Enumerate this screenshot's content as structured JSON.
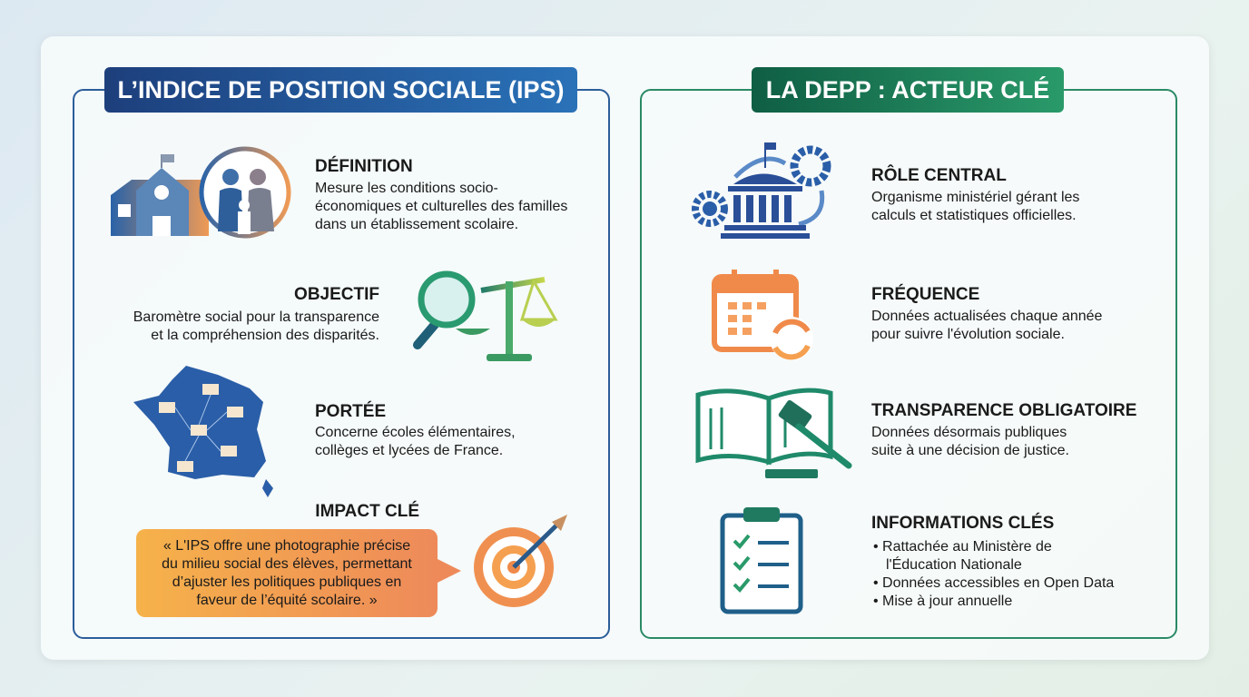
{
  "left": {
    "title": "L’INDICE DE POSITION SOCIALE (IPS)",
    "definition": {
      "heading": "DÉFINITION",
      "lines": [
        "Mesure les conditions socio-",
        "économiques et culturelles des familles",
        "dans un établissement scolaire."
      ]
    },
    "objectif": {
      "heading": "OBJECTIF",
      "lines": [
        "Baromètre social pour la transparence",
        "et la compréhension des disparités."
      ]
    },
    "portee": {
      "heading": "PORTÉE",
      "lines": [
        "Concerne écoles élémentaires,",
        "collèges et lycées de France."
      ]
    },
    "impact": {
      "heading": "IMPACT CLÉ",
      "lines": [
        "« L'IPS offre une photographie précise",
        "du milieu social des élèves, permettant",
        "d’ajuster les politiques publiques en",
        "faveur de l’équité scolaire. »"
      ]
    }
  },
  "right": {
    "title": "LA DEPP : ACTEUR CLÉ",
    "role": {
      "heading": "RÔLE CENTRAL",
      "lines": [
        "Organisme ministériel gérant les",
        "calculs et statistiques officielles."
      ]
    },
    "frequence": {
      "heading": "FRÉQUENCE",
      "lines": [
        "Données actualisées chaque année",
        "pour suivre l'évolution sociale."
      ]
    },
    "transparence": {
      "heading": "TRANSPARENCE OBLIGATOIRE",
      "lines": [
        "Données désormais publiques",
        "suite à une décision de justice."
      ]
    },
    "infos": {
      "heading": "INFORMATIONS CLÉS",
      "items": [
        "Rattachée au Ministère de",
        "l'Éducation Nationale",
        "Données accessibles en Open Data",
        "Mise à jour annuelle"
      ]
    }
  },
  "colors": {
    "blue": "#2b5d9a",
    "green": "#2a8a66",
    "orange": "#ee8a5a"
  }
}
